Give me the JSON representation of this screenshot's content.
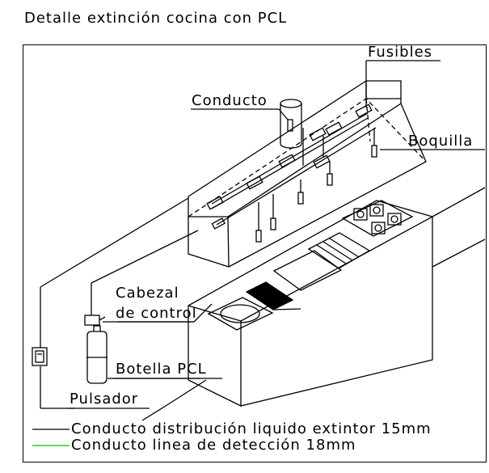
{
  "title": "Detalle extinción cocina con PCL",
  "labels": {
    "fusibles": "Fusibles",
    "conducto": "Conducto",
    "boquilla": "Boquilla",
    "cabezal_line1": "Cabezal",
    "cabezal_line2": "de control",
    "botella": "Botella PCL",
    "pulsador": "Pulsador"
  },
  "legend": [
    {
      "text": "Conducto distribución liquido extintor 15mm",
      "color": "#000000"
    },
    {
      "text": "Conducto linea de detección 18mm",
      "color": "#00c000"
    }
  ]
}
